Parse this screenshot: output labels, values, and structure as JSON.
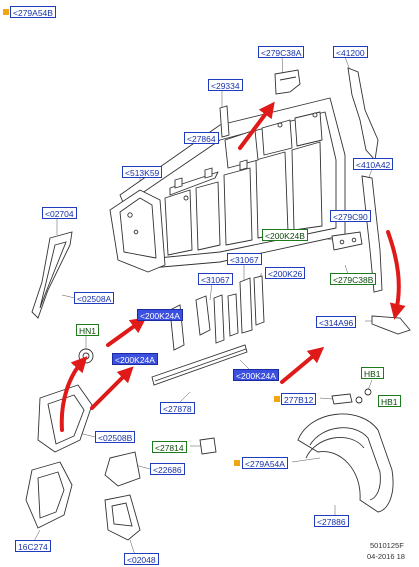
{
  "callouts": {
    "c279A54B_top": "<279A54B",
    "c279C38A": "<279C38A",
    "c41200": "<41200",
    "c29334": "<29334",
    "c27864": "<27864",
    "c410A42": "<410A42",
    "c513K59": "<513K59",
    "c02704": "<02704",
    "c279C90": "<279C90",
    "c200K24B": "<200K24B",
    "c31067a": "<31067",
    "c200K26": "<200K26",
    "c279C38B": "<279C38B",
    "c31067b": "<31067",
    "c02508A": "<02508A",
    "cHN1": "HN1",
    "c200K24A_top": "<200K24A",
    "c200K24A_left": "<200K24A",
    "c314A96": "<314A96",
    "c200K24A_right": "<200K24A",
    "cHB1a": "HB1",
    "c277B12": "277B12",
    "cHB1b": "HB1",
    "c27878": "<27878",
    "c02508B": "<02508B",
    "c27814": "<27814",
    "c22686": "<22686",
    "c279A54A": "<279A54A",
    "c27886": "<27886",
    "c16C274": "16C274",
    "c02048": "<02048"
  },
  "footer": {
    "code": "5010125F",
    "date": "04-2016 18"
  },
  "colors": {
    "callout_border": "#1f3bbf",
    "callout_text": "#1730a8",
    "callout_green": "#1d7a1d",
    "callout_highlight": "#3b4fe0",
    "arrow_red": "#e01919",
    "marker_orange": "#f0a514",
    "line_art": "#333333"
  }
}
